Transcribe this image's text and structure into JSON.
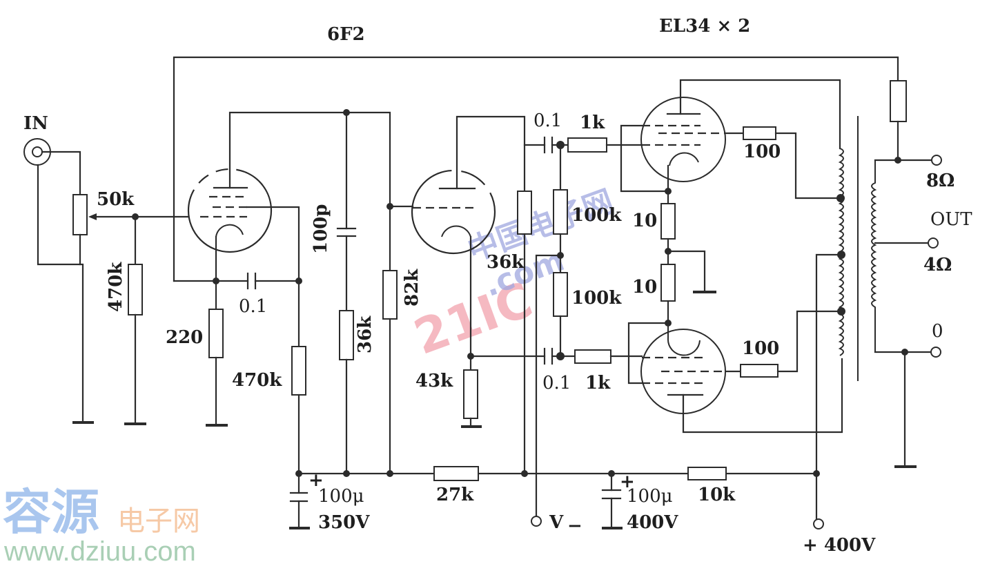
{
  "title": {
    "driver_tube": "6F2",
    "output_tubes": "EL34 × 2"
  },
  "input": {
    "label": "IN",
    "volume_pot": "50k",
    "grid_resistor": "470k"
  },
  "stage1": {
    "cathode_resistor": "220",
    "coupling_cap": "0.1",
    "plate_resistor": "470k",
    "feedback_cap": "100p",
    "screen_resistor": "36k"
  },
  "phase_splitter": {
    "grid_resistor": "82k",
    "plate_resistor": "36k",
    "cathode_resistor": "43k"
  },
  "output_stage": {
    "coupling_cap_top": "0.1",
    "grid_stopper_top": "1k",
    "coupling_cap_bottom": "0.1",
    "grid_stopper_bottom": "1k",
    "bias_resistor_top": "100k",
    "bias_resistor_bottom": "100k",
    "cathode_resistor_top": "10",
    "cathode_resistor_bottom": "10",
    "screen_resistor_top": "100",
    "screen_resistor_bottom": "100"
  },
  "power_supply": {
    "filter_cap1_value": "100μ",
    "filter_cap1_voltage": "350V",
    "decouple_resistor1": "27k",
    "filter_cap2_value": "100μ",
    "filter_cap2_voltage": "400V",
    "decouple_resistor2": "10k",
    "bias_supply": "V",
    "bias_supply_sub": "−",
    "hv_supply": "+ 400V",
    "plus_sign": "+"
  },
  "output": {
    "label": "OUT",
    "tap_8": "8Ω",
    "tap_4": "4Ω",
    "tap_0": "0"
  },
  "watermarks": {
    "site_cn_big": "容源",
    "site_cn_small": "电子网",
    "site_url": "www.dziuu.com",
    "brand_21ic": "21IC",
    "brand_21ic_cn": "中国电子网",
    "brand_21ic_com": ".com"
  }
}
